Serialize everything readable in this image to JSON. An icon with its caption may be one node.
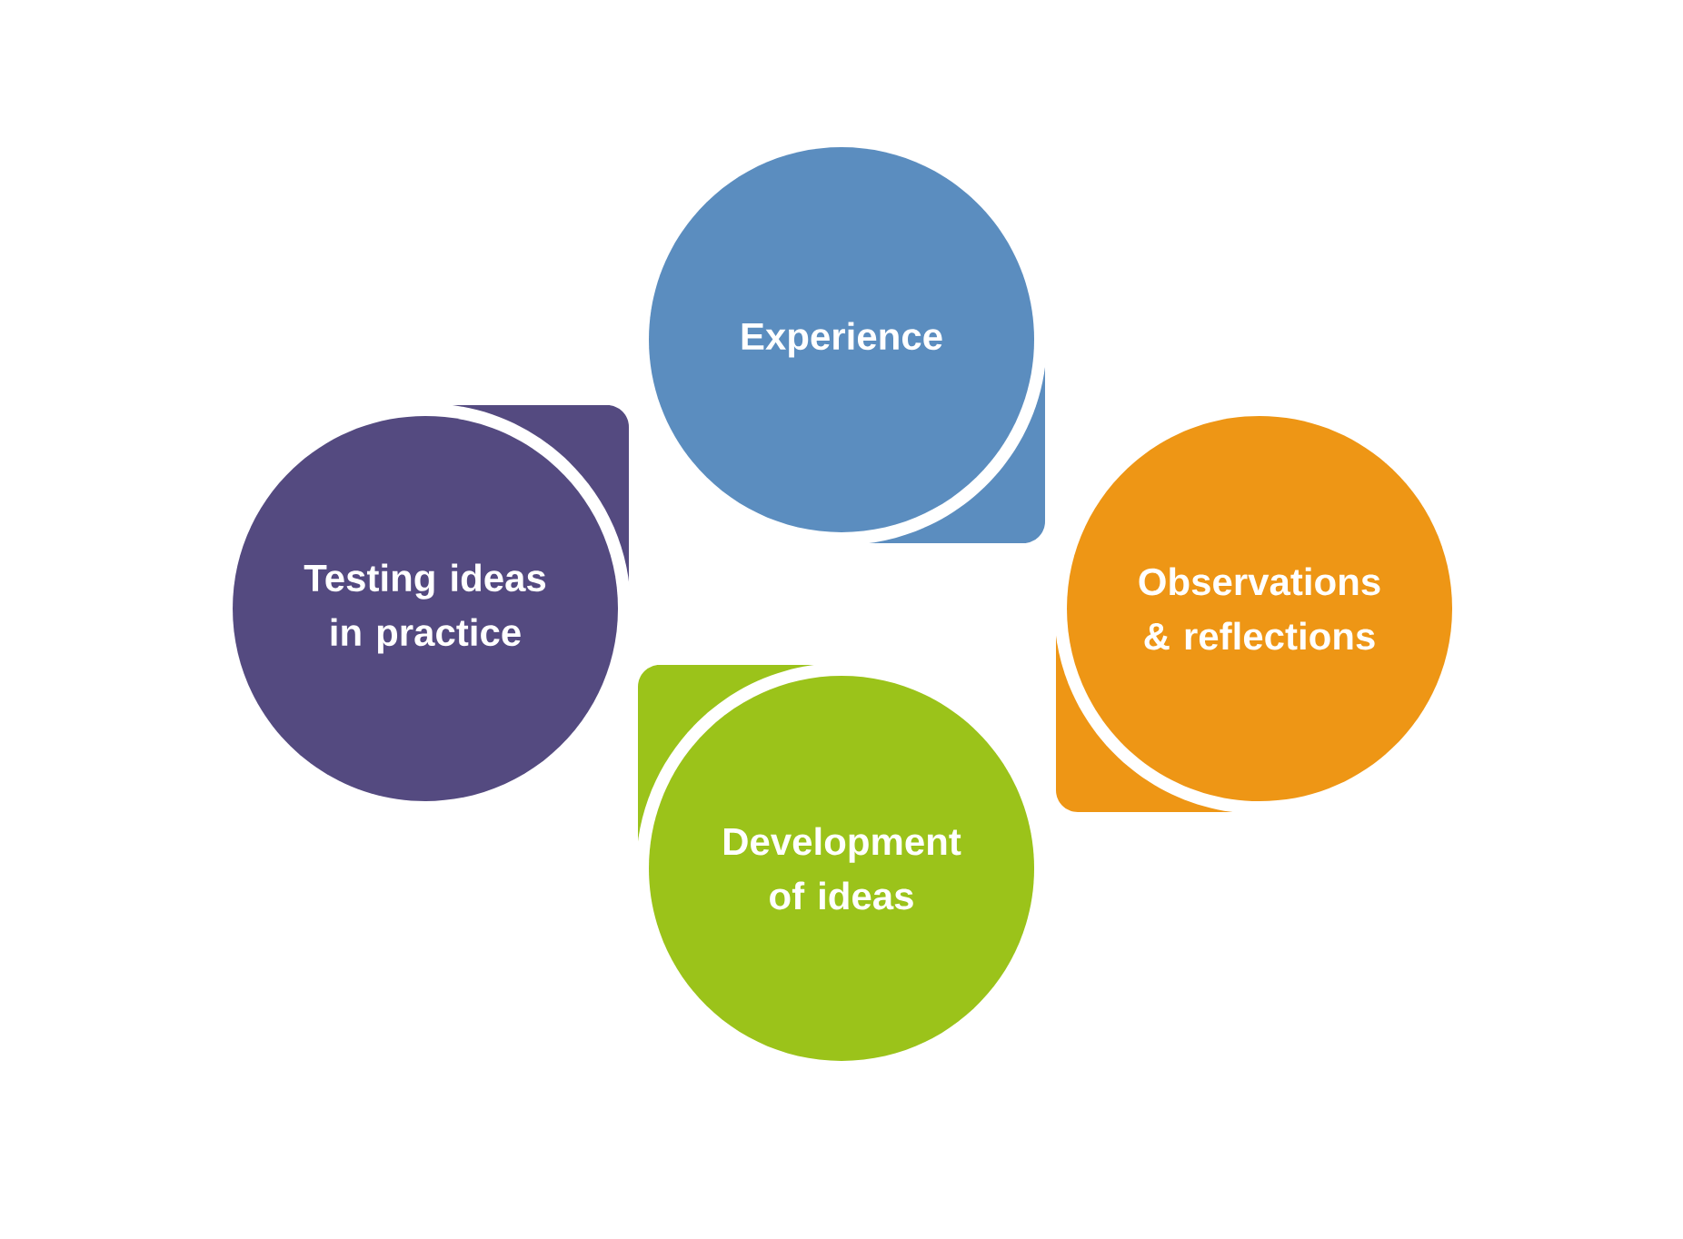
{
  "diagram": {
    "nodes": [
      {
        "text": [
          "Experience"
        ]
      },
      {
        "text": [
          "Observations & reflections"
        ]
      },
      {
        "text": [
          "Development of ideas"
        ]
      },
      {
        "text": [
          "Testing ideas in practice"
        ]
      }
    ]
  }
}
